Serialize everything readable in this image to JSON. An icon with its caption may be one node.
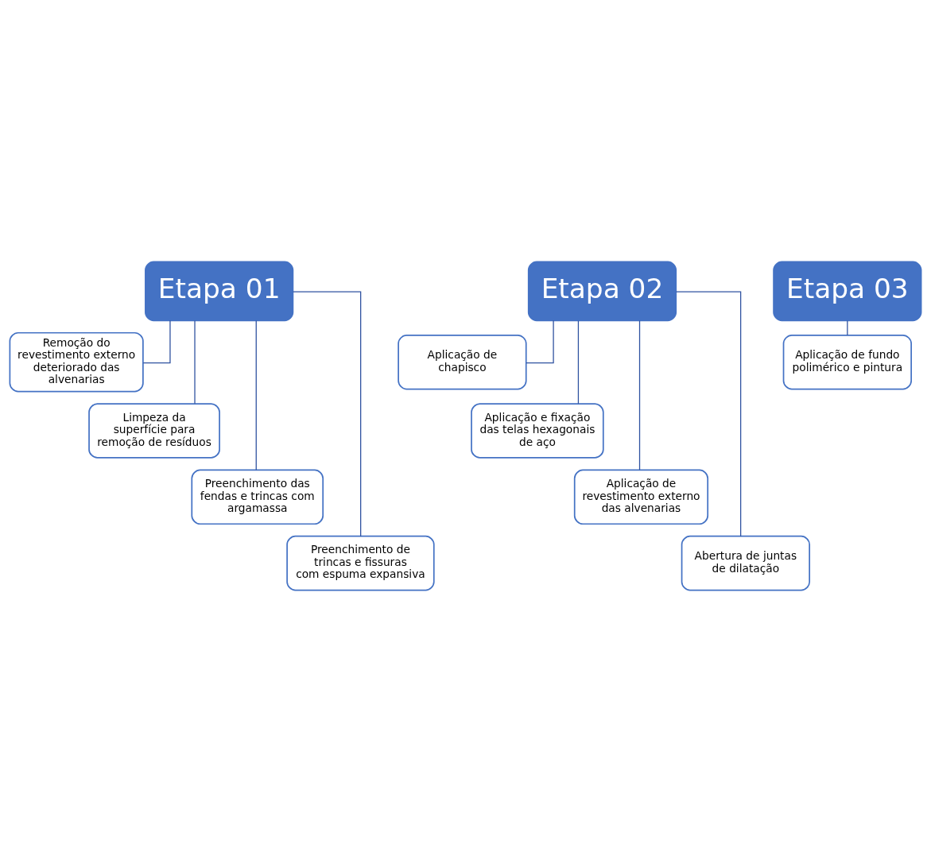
{
  "diagram": {
    "nodes": [
      {
        "text": [
          "Etapa 01"
        ]
      },
      {
        "text": [
          "Remoção do revestimento externo deteriorado das alvenarias"
        ]
      },
      {
        "text": [
          "Limpeza da superfície para remoção de resíduos"
        ]
      },
      {
        "text": [
          "Preenchimento das fendas e trincas com argamassa"
        ]
      },
      {
        "text": [
          "Preenchimento de trincas e fissuras com espuma expansiva"
        ]
      },
      {
        "text": [
          "Etapa 02"
        ]
      },
      {
        "text": [
          "Aplicação de chapisco"
        ]
      },
      {
        "text": [
          "Aplicação e fixação das telas hexagonais de aço"
        ]
      },
      {
        "text": [
          "Aplicação de revestimento externo das alvenarias"
        ]
      },
      {
        "text": [
          "Abertura de juntas de dilatação"
        ]
      },
      {
        "text": [
          "Etapa 03"
        ]
      },
      {
        "text": [
          "Aplicação de fundo polimérico e pintura"
        ]
      }
    ],
    "edges": [
      {
        "from": 0,
        "to": 1,
        "arrow": "none"
      },
      {
        "from": 0,
        "to": 2,
        "arrow": "none"
      },
      {
        "from": 0,
        "to": 3,
        "arrow": "none"
      },
      {
        "from": 0,
        "to": 4,
        "arrow": "none"
      },
      {
        "from": 5,
        "to": 6,
        "arrow": "none"
      },
      {
        "from": 5,
        "to": 7,
        "arrow": "none"
      },
      {
        "from": 5,
        "to": 8,
        "arrow": "none"
      },
      {
        "from": 5,
        "to": 9,
        "arrow": "none"
      },
      {
        "from": 10,
        "to": 11,
        "arrow": "none"
      }
    ]
  }
}
